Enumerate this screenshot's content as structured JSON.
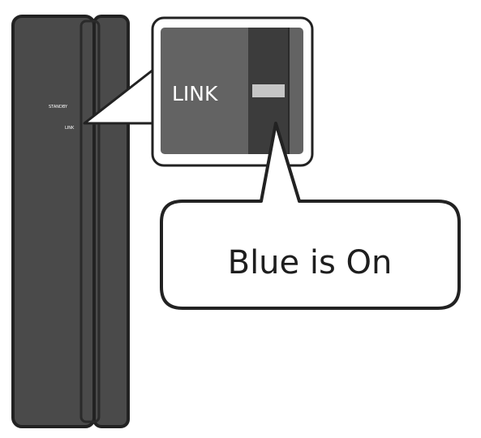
{
  "device": {
    "indicator_labels": {
      "standby": "STANDBY",
      "link": "LINK"
    }
  },
  "zoom_panel": {
    "label": "LINK"
  },
  "callout": {
    "text": "Blue is On"
  },
  "colors": {
    "device_body": "#4a4a4a",
    "device_outline": "#222222",
    "zoom_panel": "#636363",
    "zoom_strip": "#3c3c3c",
    "led": "#c6c6c6",
    "callout_fill": "#ffffff"
  }
}
